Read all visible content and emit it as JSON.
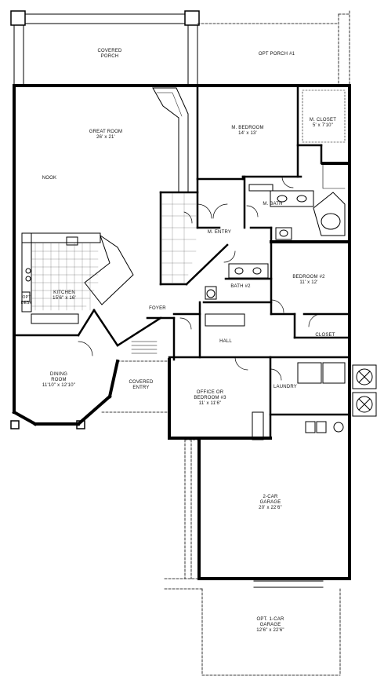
{
  "rooms": {
    "covered_porch": {
      "name": "COVERED",
      "name2": "PORCH"
    },
    "opt_porch": {
      "name": "OPT PORCH #1"
    },
    "great_room": {
      "name": "GREAT ROOM",
      "size": "26' x 21'"
    },
    "nook": {
      "name": "NOOK"
    },
    "master_bedroom": {
      "name": "M. BEDROOM",
      "size": "14' x 13'"
    },
    "master_closet": {
      "name": "M. CLOSET",
      "size": "5' x 7'10\""
    },
    "master_bath": {
      "name": "M. BATH"
    },
    "master_entry": {
      "name": "M. ENTRY"
    },
    "kitchen": {
      "name": "KITCHEN",
      "size": "15'6\" x 16'"
    },
    "opt_desk": {
      "name": "OPT",
      "name2": "DESK"
    },
    "foyer": {
      "name": "FOYER"
    },
    "bedroom2": {
      "name": "BEDROOM #2",
      "size": "11' x 12'"
    },
    "bath2": {
      "name": "BATH #2"
    },
    "closet": {
      "name": "CLOSET"
    },
    "hall": {
      "name": "HALL"
    },
    "dining": {
      "name": "DINING",
      "name2": "ROOM",
      "size": "11'10\" x 12'10\""
    },
    "covered_entry": {
      "name": "COVERED",
      "name2": "ENTRY"
    },
    "office": {
      "name": "OFFICE OR",
      "name2": "BEDROOM #3",
      "size": "11' x 11'6\""
    },
    "laundry": {
      "name": "LAUNDRY"
    },
    "garage2": {
      "name": "2-CAR",
      "name2": "GARAGE",
      "size": "20' x 22'6\""
    },
    "garage1": {
      "name": "OPT. 1-CAR",
      "name2": "GARAGE",
      "size": "12'6\" x 22'6\""
    }
  }
}
